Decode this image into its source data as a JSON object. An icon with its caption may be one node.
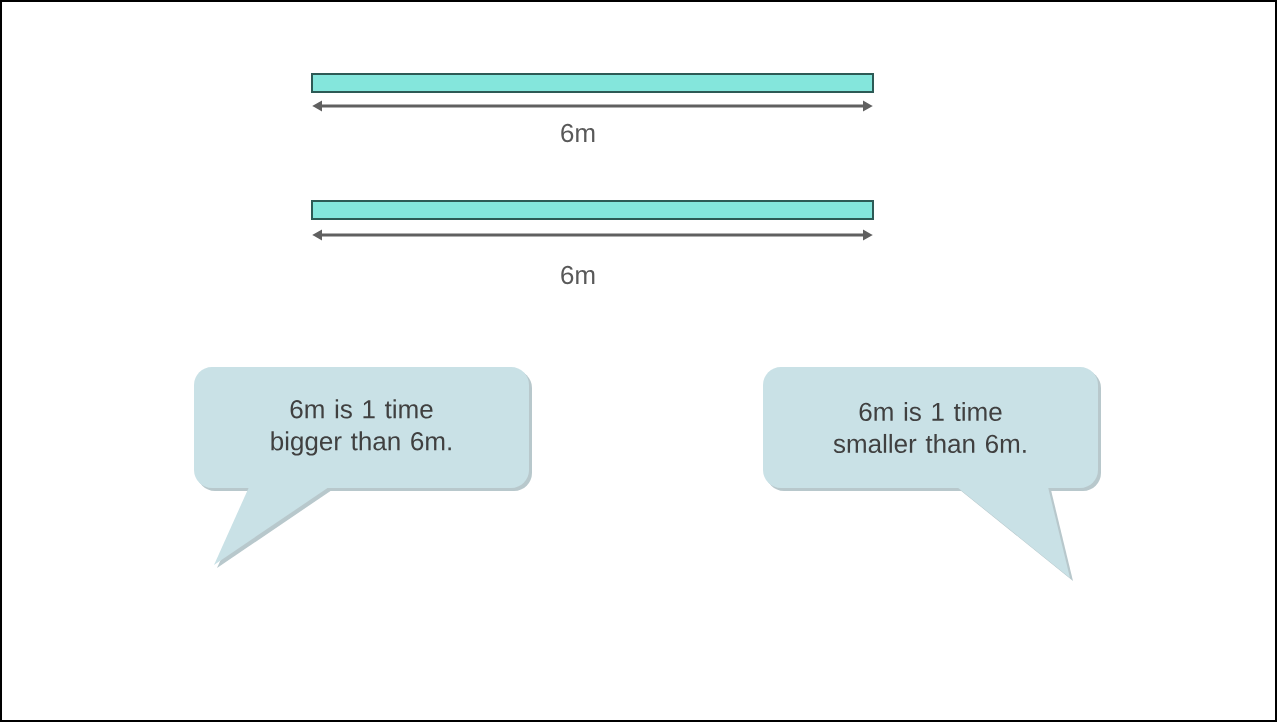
{
  "diagram": {
    "nodes": [
      {
        "text": [],
        "shape": "bar"
      },
      {
        "text": [],
        "shape": "bar"
      },
      {
        "text": [
          "6m is 1 time bigger than 6m."
        ]
      },
      {
        "text": [
          "6m is 1 time smaller than 6m."
        ]
      }
    ],
    "labels": [
      "6m",
      "6m"
    ]
  }
}
